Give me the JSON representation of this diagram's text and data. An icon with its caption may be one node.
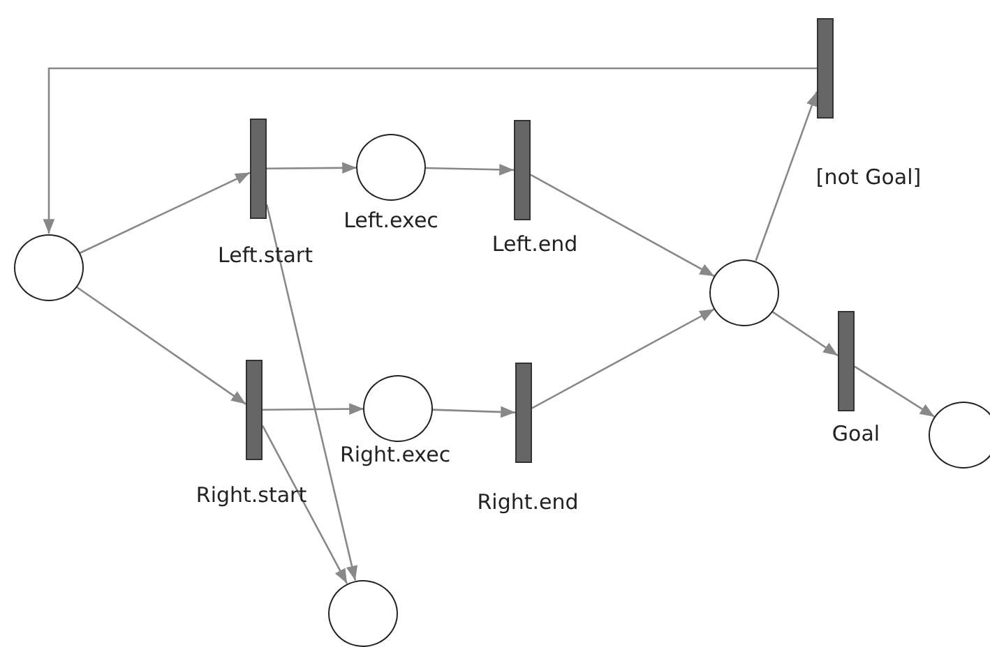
{
  "diagram": {
    "nodes": [
      {
        "text": [],
        "shape": "bar",
        "beside": [
          "[not Goal]"
        ]
      },
      {
        "text": [],
        "shape": "circle"
      },
      {
        "text": [],
        "shape": "bar",
        "beside": [
          "Left.start"
        ]
      },
      {
        "text": [],
        "shape": "circle",
        "beside": [
          "Left.exec"
        ]
      },
      {
        "text": [],
        "shape": "bar",
        "beside": [
          "Left.end"
        ]
      },
      {
        "text": [],
        "shape": "bar",
        "beside": [
          "Right.start"
        ]
      },
      {
        "text": [],
        "shape": "circle",
        "beside": [
          "Right.exec"
        ]
      },
      {
        "text": [],
        "shape": "bar",
        "beside": [
          "Right.end"
        ]
      },
      {
        "text": [],
        "shape": "circle"
      },
      {
        "text": [],
        "shape": "bar",
        "beside": [
          "Goal"
        ]
      },
      {
        "text": [],
        "shape": "circle"
      },
      {
        "text": [],
        "shape": "circle"
      }
    ],
    "edges": [
      {
        "from": 0,
        "to": 1,
        "arrow": "to"
      },
      {
        "from": 1,
        "to": 2,
        "arrow": "to"
      },
      {
        "from": 1,
        "to": 5,
        "arrow": "to"
      },
      {
        "from": 2,
        "to": 3,
        "arrow": "to"
      },
      {
        "from": 3,
        "to": 4,
        "arrow": "to"
      },
      {
        "from": 4,
        "to": 8,
        "arrow": "to"
      },
      {
        "from": 5,
        "to": 6,
        "arrow": "to"
      },
      {
        "from": 6,
        "to": 7,
        "arrow": "to"
      },
      {
        "from": 7,
        "to": 8,
        "arrow": "to"
      },
      {
        "from": 8,
        "to": 0,
        "arrow": "to"
      },
      {
        "from": 8,
        "to": 9,
        "arrow": "to"
      },
      {
        "from": 9,
        "to": 10,
        "arrow": "to"
      },
      {
        "from": 2,
        "to": 11,
        "arrow": "to"
      },
      {
        "from": 5,
        "to": 11,
        "arrow": "to"
      }
    ]
  }
}
